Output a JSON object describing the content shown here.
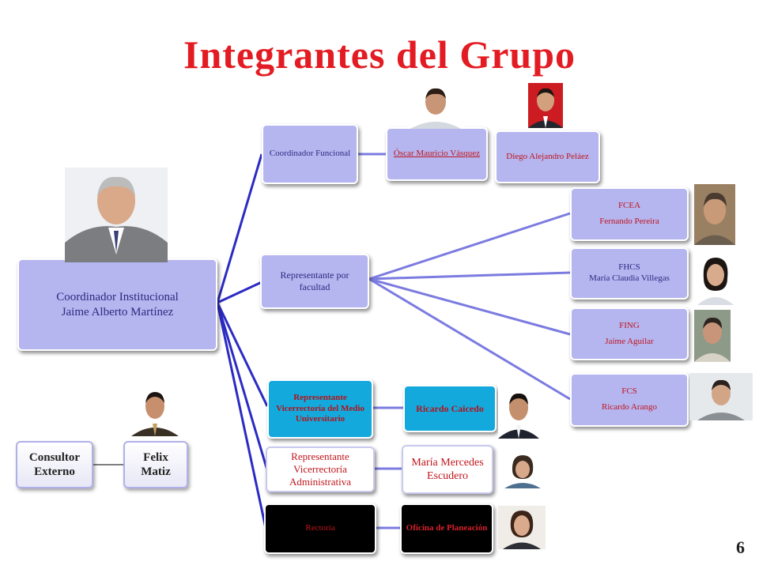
{
  "title": "Integrantes del Grupo",
  "page_number": "6",
  "coordinator": {
    "role": "Coordinador Institucional",
    "name": "Jaime Alberto Martínez"
  },
  "functional": {
    "label": "Coordinador Funcional",
    "members": [
      "Óscar Mauricio Vásquez",
      "Diego Alejandro Peláez"
    ]
  },
  "faculty_rep": {
    "label": "Representante por facultad",
    "faculties": [
      {
        "code": "FCEA",
        "name": "Fernando Pereira"
      },
      {
        "code": "FHCS",
        "name": "María Claudia Villegas"
      },
      {
        "code": "FING",
        "name": "Jaime Aguilar"
      },
      {
        "code": "FCS",
        "name": "Ricardo Arango"
      }
    ]
  },
  "vice_medio": {
    "label": "Representante Vicerrectoría del Medio Universitario",
    "member": "Ricardo Caicedo"
  },
  "vice_admin": {
    "label": "Representante Vicerrectoría Administrativa",
    "member": "María Mercedes Escudero"
  },
  "rectoria": {
    "label": "Rectoría",
    "member": "Oficina de Planeación"
  },
  "external": {
    "role": "Consultor Externo",
    "name": "Felix Matiz"
  },
  "colors": {
    "title": "#e31c23",
    "box_lavender": "#b5b5f0",
    "line_dark": "#2b2bc4",
    "line_light": "#7b7be0"
  }
}
